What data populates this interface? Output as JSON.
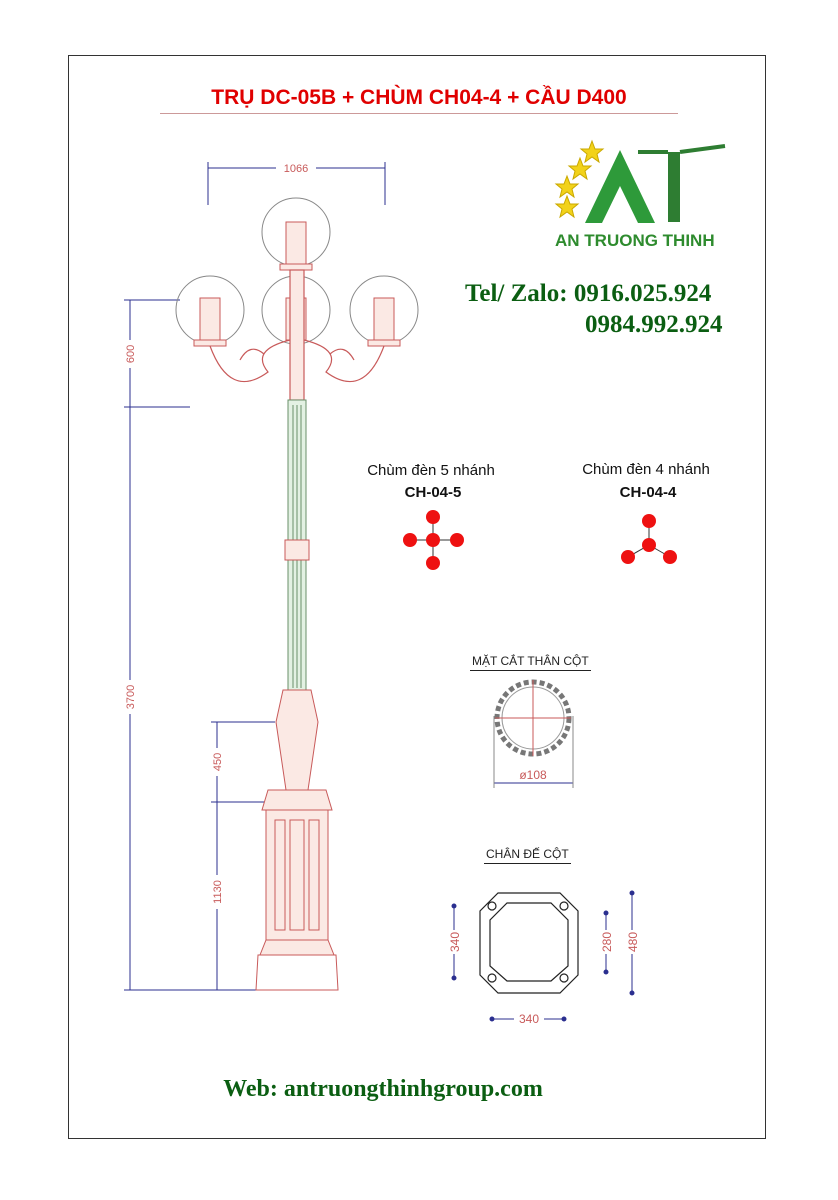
{
  "title": "TRỤ DC-05B + CHÙM CH04-4 + CẦU D400",
  "logo": {
    "text": "AN TRUONG THINH"
  },
  "contact": {
    "tel_line": "Tel/ Zalo: 0916.025.924",
    "tel_line2": "0984.992.924"
  },
  "dimensions": {
    "width_top": "1066",
    "h_head": "600",
    "h_shaft": "3700",
    "h_collar": "450",
    "h_base": "1130"
  },
  "chum5": {
    "label": "Chùm đèn 5 nhánh",
    "code": "CH-04-5"
  },
  "chum4": {
    "label": "Chùm đèn 4 nhánh",
    "code": "CH-04-4"
  },
  "section": {
    "title": "MẶT CẮT THÂN CỘT",
    "diameter": "ø108"
  },
  "base": {
    "title": "CHÂN ĐẾ CỘT",
    "dim_left": "340",
    "dim_bottom": "340",
    "dim_inner": "280",
    "dim_outer": "480"
  },
  "web": "Web: antruongthinhgroup.com",
  "colors": {
    "title": "#e00000",
    "green": "#0b5e12",
    "dot": "#ee1111",
    "drawing": "#c85a5a",
    "dim": "#2b2f8f"
  }
}
